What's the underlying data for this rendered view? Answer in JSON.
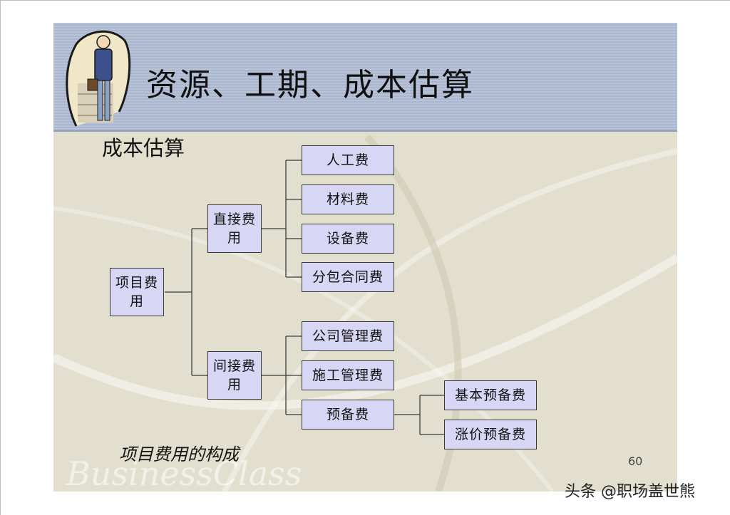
{
  "slide": {
    "title": "资源、工期、成本估算",
    "subtitle": "成本估算",
    "caption": "项目费用的构成",
    "page_number": "60",
    "background_script_text": "BusinessClass"
  },
  "diagram": {
    "root": "项目费用",
    "branches": [
      {
        "label": "直接费用",
        "children": [
          "人工费",
          "材料费",
          "设备费",
          "分包合同费"
        ]
      },
      {
        "label": "间接费用",
        "children": [
          "公司管理费",
          "施工管理费",
          "预备费"
        ]
      }
    ],
    "sub_branch": {
      "parent": "预备费",
      "children": [
        "基本预备费",
        "涨价预备费"
      ]
    }
  },
  "overlay": {
    "watermark": "头条 @职场盖世熊"
  },
  "colors": {
    "header": "#b3bfd5",
    "body": "#e3dfce",
    "node_fill": "#d8d6f5",
    "node_border": "#3a3a3a"
  }
}
